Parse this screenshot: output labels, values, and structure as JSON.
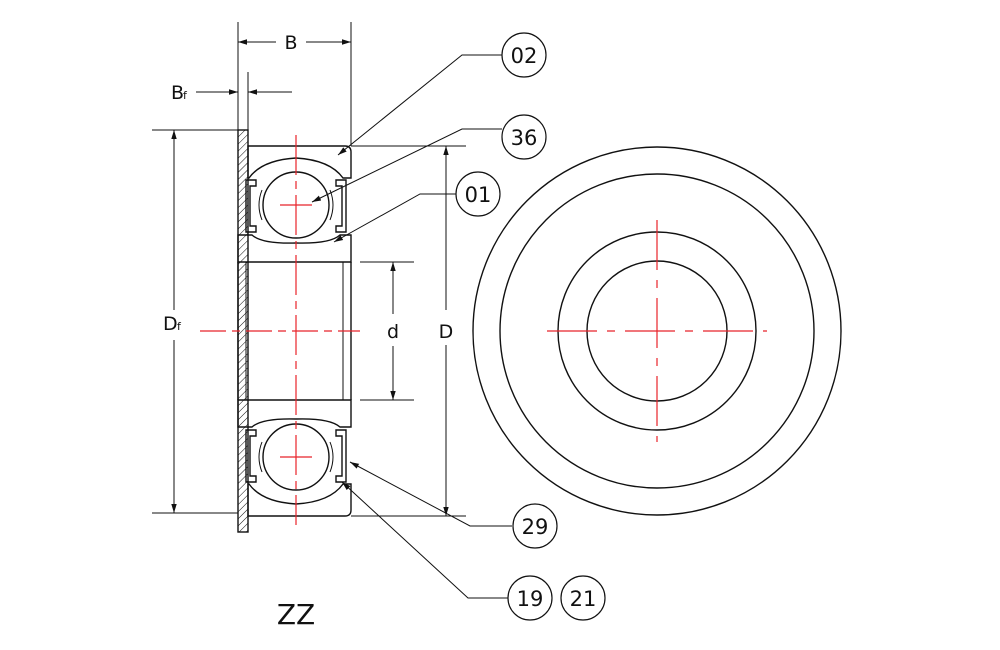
{
  "labels": {
    "B": "B",
    "Bf_main": "B",
    "Bf_sub": "f",
    "Df_main": "D",
    "Df_sub": "f",
    "D": "D",
    "d": "d",
    "variant": "ZZ"
  },
  "callouts": [
    "02",
    "36",
    "01",
    "29",
    "19",
    "21"
  ],
  "colors": {
    "outline": "#111111",
    "centerline": "#e8232a",
    "hatch": "#111111"
  }
}
